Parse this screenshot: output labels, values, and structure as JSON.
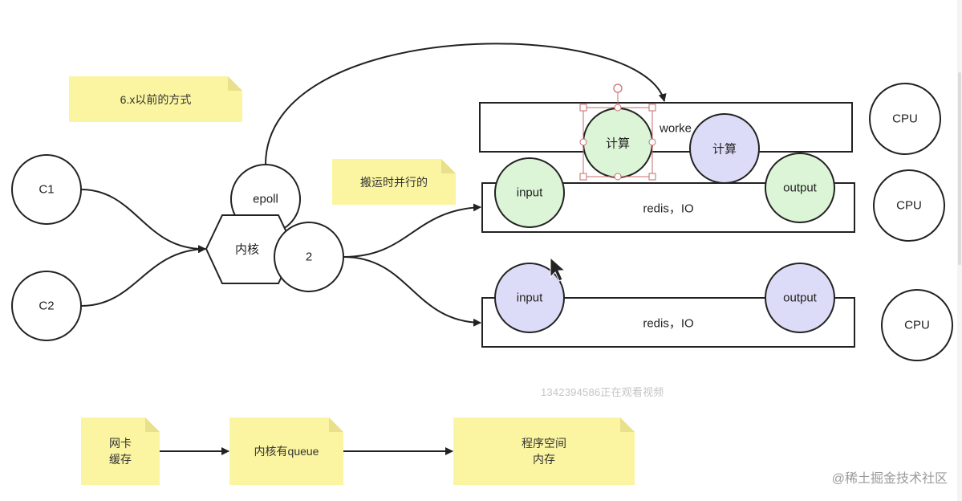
{
  "notes": {
    "old_way": "6.x以前的方式",
    "parallel": "搬运时并行的",
    "nic_buffer_line1": "网卡",
    "nic_buffer_line2": "缓存",
    "kernel_queue": "内核有queue",
    "program_space_line1": "程序空间",
    "program_space_line2": "内存"
  },
  "clients": {
    "c1": "C1",
    "c2": "C2"
  },
  "kernel": {
    "label": "内核",
    "epoll": "epoll",
    "threads": "2"
  },
  "worker_row": {
    "label": "worke",
    "compute_1": "计算",
    "compute_2": "计算"
  },
  "io_row_1": {
    "input": "input",
    "label": "redis，IO",
    "output": "output"
  },
  "io_row_2": {
    "input": "input",
    "label": "redis，IO",
    "output": "output"
  },
  "cpus": [
    "CPU",
    "CPU",
    "CPU"
  ],
  "watermark": "1342394586正在观看视频",
  "credit": "@稀土掘金技术社区",
  "colors": {
    "note_yellow": "#fbf5a1",
    "green_fill": "#dcf5d6",
    "purple_fill": "#dcdcf8",
    "stroke": "#222222",
    "selection": "#c96b6b"
  }
}
